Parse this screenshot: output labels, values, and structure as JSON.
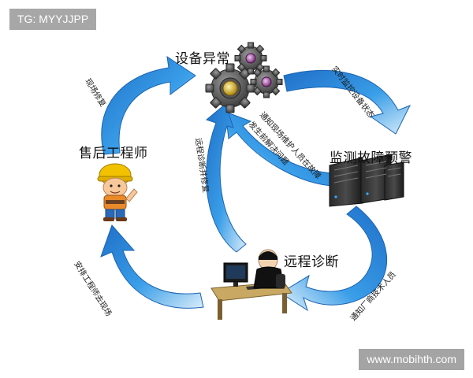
{
  "watermarks": {
    "top_left": "TG: MYYJJPP",
    "bottom_right": "www.mobihth.com"
  },
  "nodes": {
    "equipment_fault": "设备异常",
    "monitor_fault_warning": "监测故障预警",
    "remote_diagnosis": "远程诊断",
    "after_sales_engineer": "售后工程师"
  },
  "edges": {
    "realtime_monitoring": "实时监控设备状态",
    "notify_maintenance_line1": "通知现场维护人员在故障",
    "notify_maintenance_line2": "发生前解决问题",
    "notify_manufacturer_tech": "通知厂商技术人员",
    "remote_diagnose_repair": "远程诊断并修复",
    "dispatch_engineer": "安排工程师去现场",
    "onsite_repair": "现场修复"
  },
  "colors": {
    "arrow_blue": "#2e8fe0",
    "arrow_light": "#eaf4fb",
    "gear_gray": "#5a5a5a",
    "gear_center": "#d8b930"
  }
}
